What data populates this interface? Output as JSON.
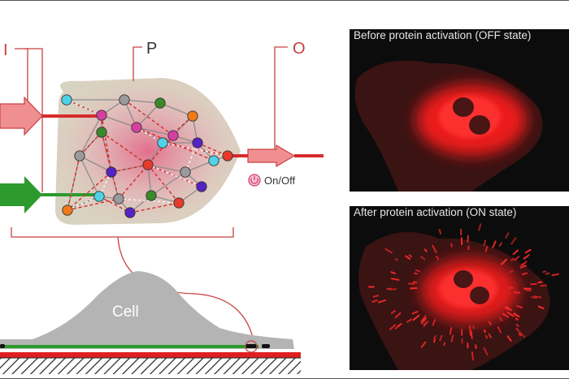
{
  "labels": {
    "input": "I",
    "processing": "P",
    "output": "O",
    "switch": "On/Off",
    "cell": "Cell"
  },
  "panels": [
    {
      "caption": "Before protein activation (OFF state)"
    },
    {
      "caption": "After protein activation (ON state)"
    }
  ],
  "colors": {
    "signal_red": "#d62b2b",
    "input_red_fill": "#ef8f92",
    "input_green": "#2c9a2c",
    "network_bg": "#d8d2c0",
    "cell_gray": "#b4b4b4",
    "node_colors": [
      "#4fd2e8",
      "#d63fa0",
      "#3a8a2a",
      "#9a9a9a",
      "#5522c4",
      "#e63a2a",
      "#ef7a1a"
    ]
  }
}
